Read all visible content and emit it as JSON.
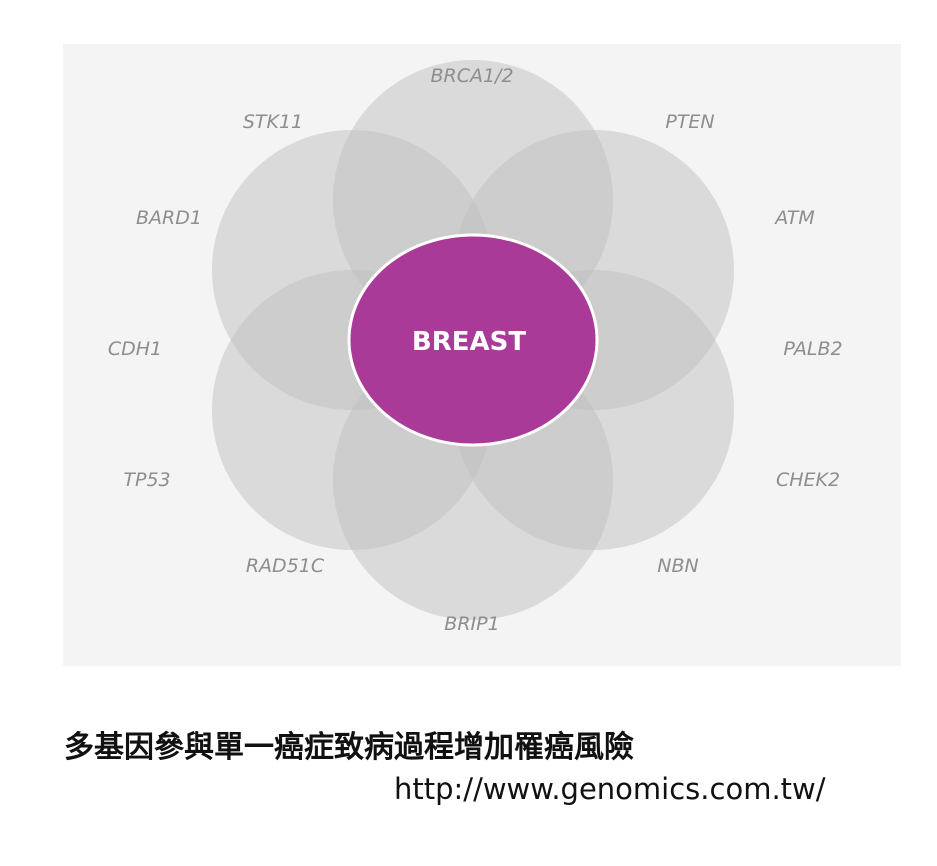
{
  "diagram": {
    "center_label": "BREAST",
    "center_color": "#a93a97",
    "petal_color": "#bfbfbf",
    "genes": [
      "BRCA1/2",
      "PTEN",
      "ATM",
      "PALB2",
      "CHEK2",
      "NBN",
      "BRIP1",
      "RAD51C",
      "TP53",
      "CDH1",
      "BARD1",
      "STK11"
    ]
  },
  "caption": {
    "title": "多基因參與單一癌症致病過程增加罹癌風險",
    "url": "http://www.genomics.com.tw/"
  }
}
